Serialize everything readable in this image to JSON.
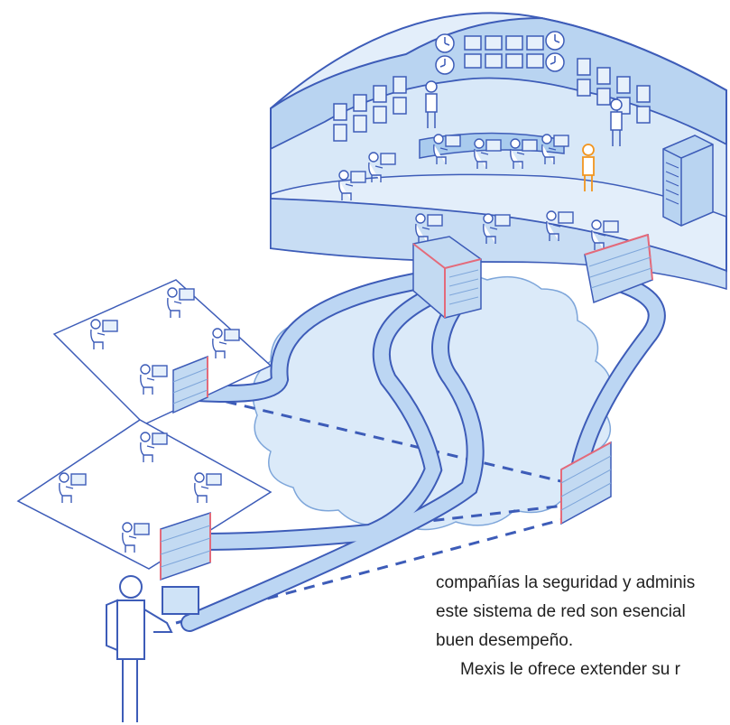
{
  "colors": {
    "line": "#3d5cb8",
    "fill_light": "#cfe3f7",
    "fill_mid": "#a9cbee",
    "firewall_fill": "#c3daf2",
    "firewall_edge": "#e46a7a",
    "highlight_person": "#f2951f"
  },
  "icons": [
    "clock-icon",
    "server-rack-icon",
    "firewall-icon",
    "person-icon",
    "computer-icon",
    "cloud-icon"
  ],
  "text": {
    "line1": "compañías la seguridad y adminis",
    "line2": "este sistema de red son esencial",
    "line3": "buen desempeño.",
    "line4": "Mexis le ofrece extender su r"
  }
}
